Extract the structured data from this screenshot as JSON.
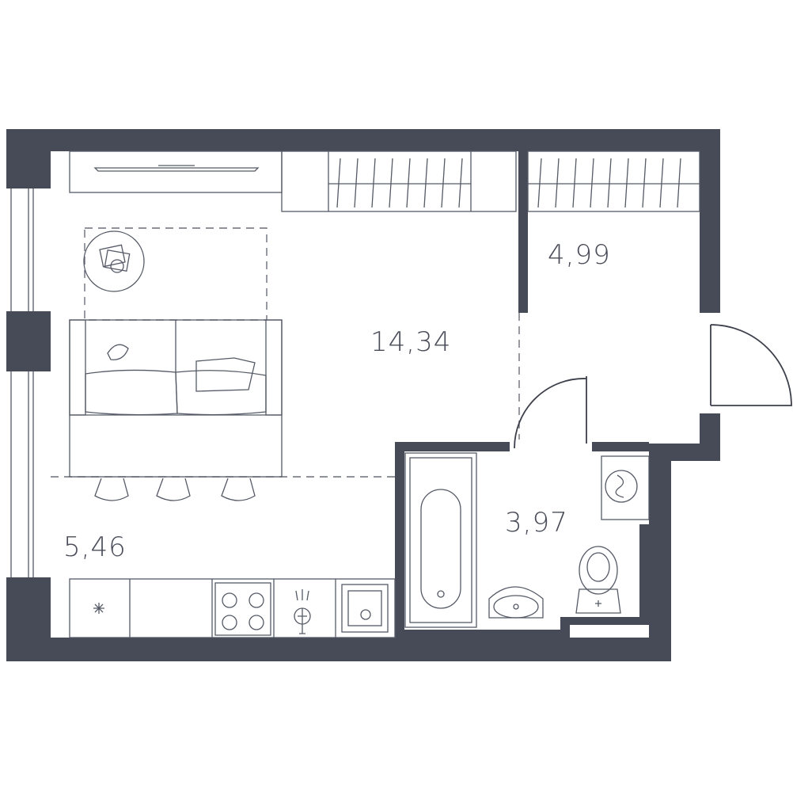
{
  "rooms": [
    {
      "id": "living-room",
      "area": "14,34"
    },
    {
      "id": "wardrobe",
      "area": "4,99"
    },
    {
      "id": "bathroom",
      "area": "3,97"
    },
    {
      "id": "kitchen",
      "area": "5,46"
    }
  ],
  "colors": {
    "wall": "#474a57",
    "line": "#555a66",
    "background": "#ffffff"
  },
  "icons": [
    "bathtub-icon",
    "sink-icon",
    "toilet-icon",
    "washing-machine-icon",
    "stove-icon",
    "kitchen-sink-icon",
    "tap-icon",
    "fridge-icon",
    "sofa-icon",
    "tv-icon",
    "rug-icon",
    "bar-stool-icon",
    "wardrobe-icon"
  ]
}
